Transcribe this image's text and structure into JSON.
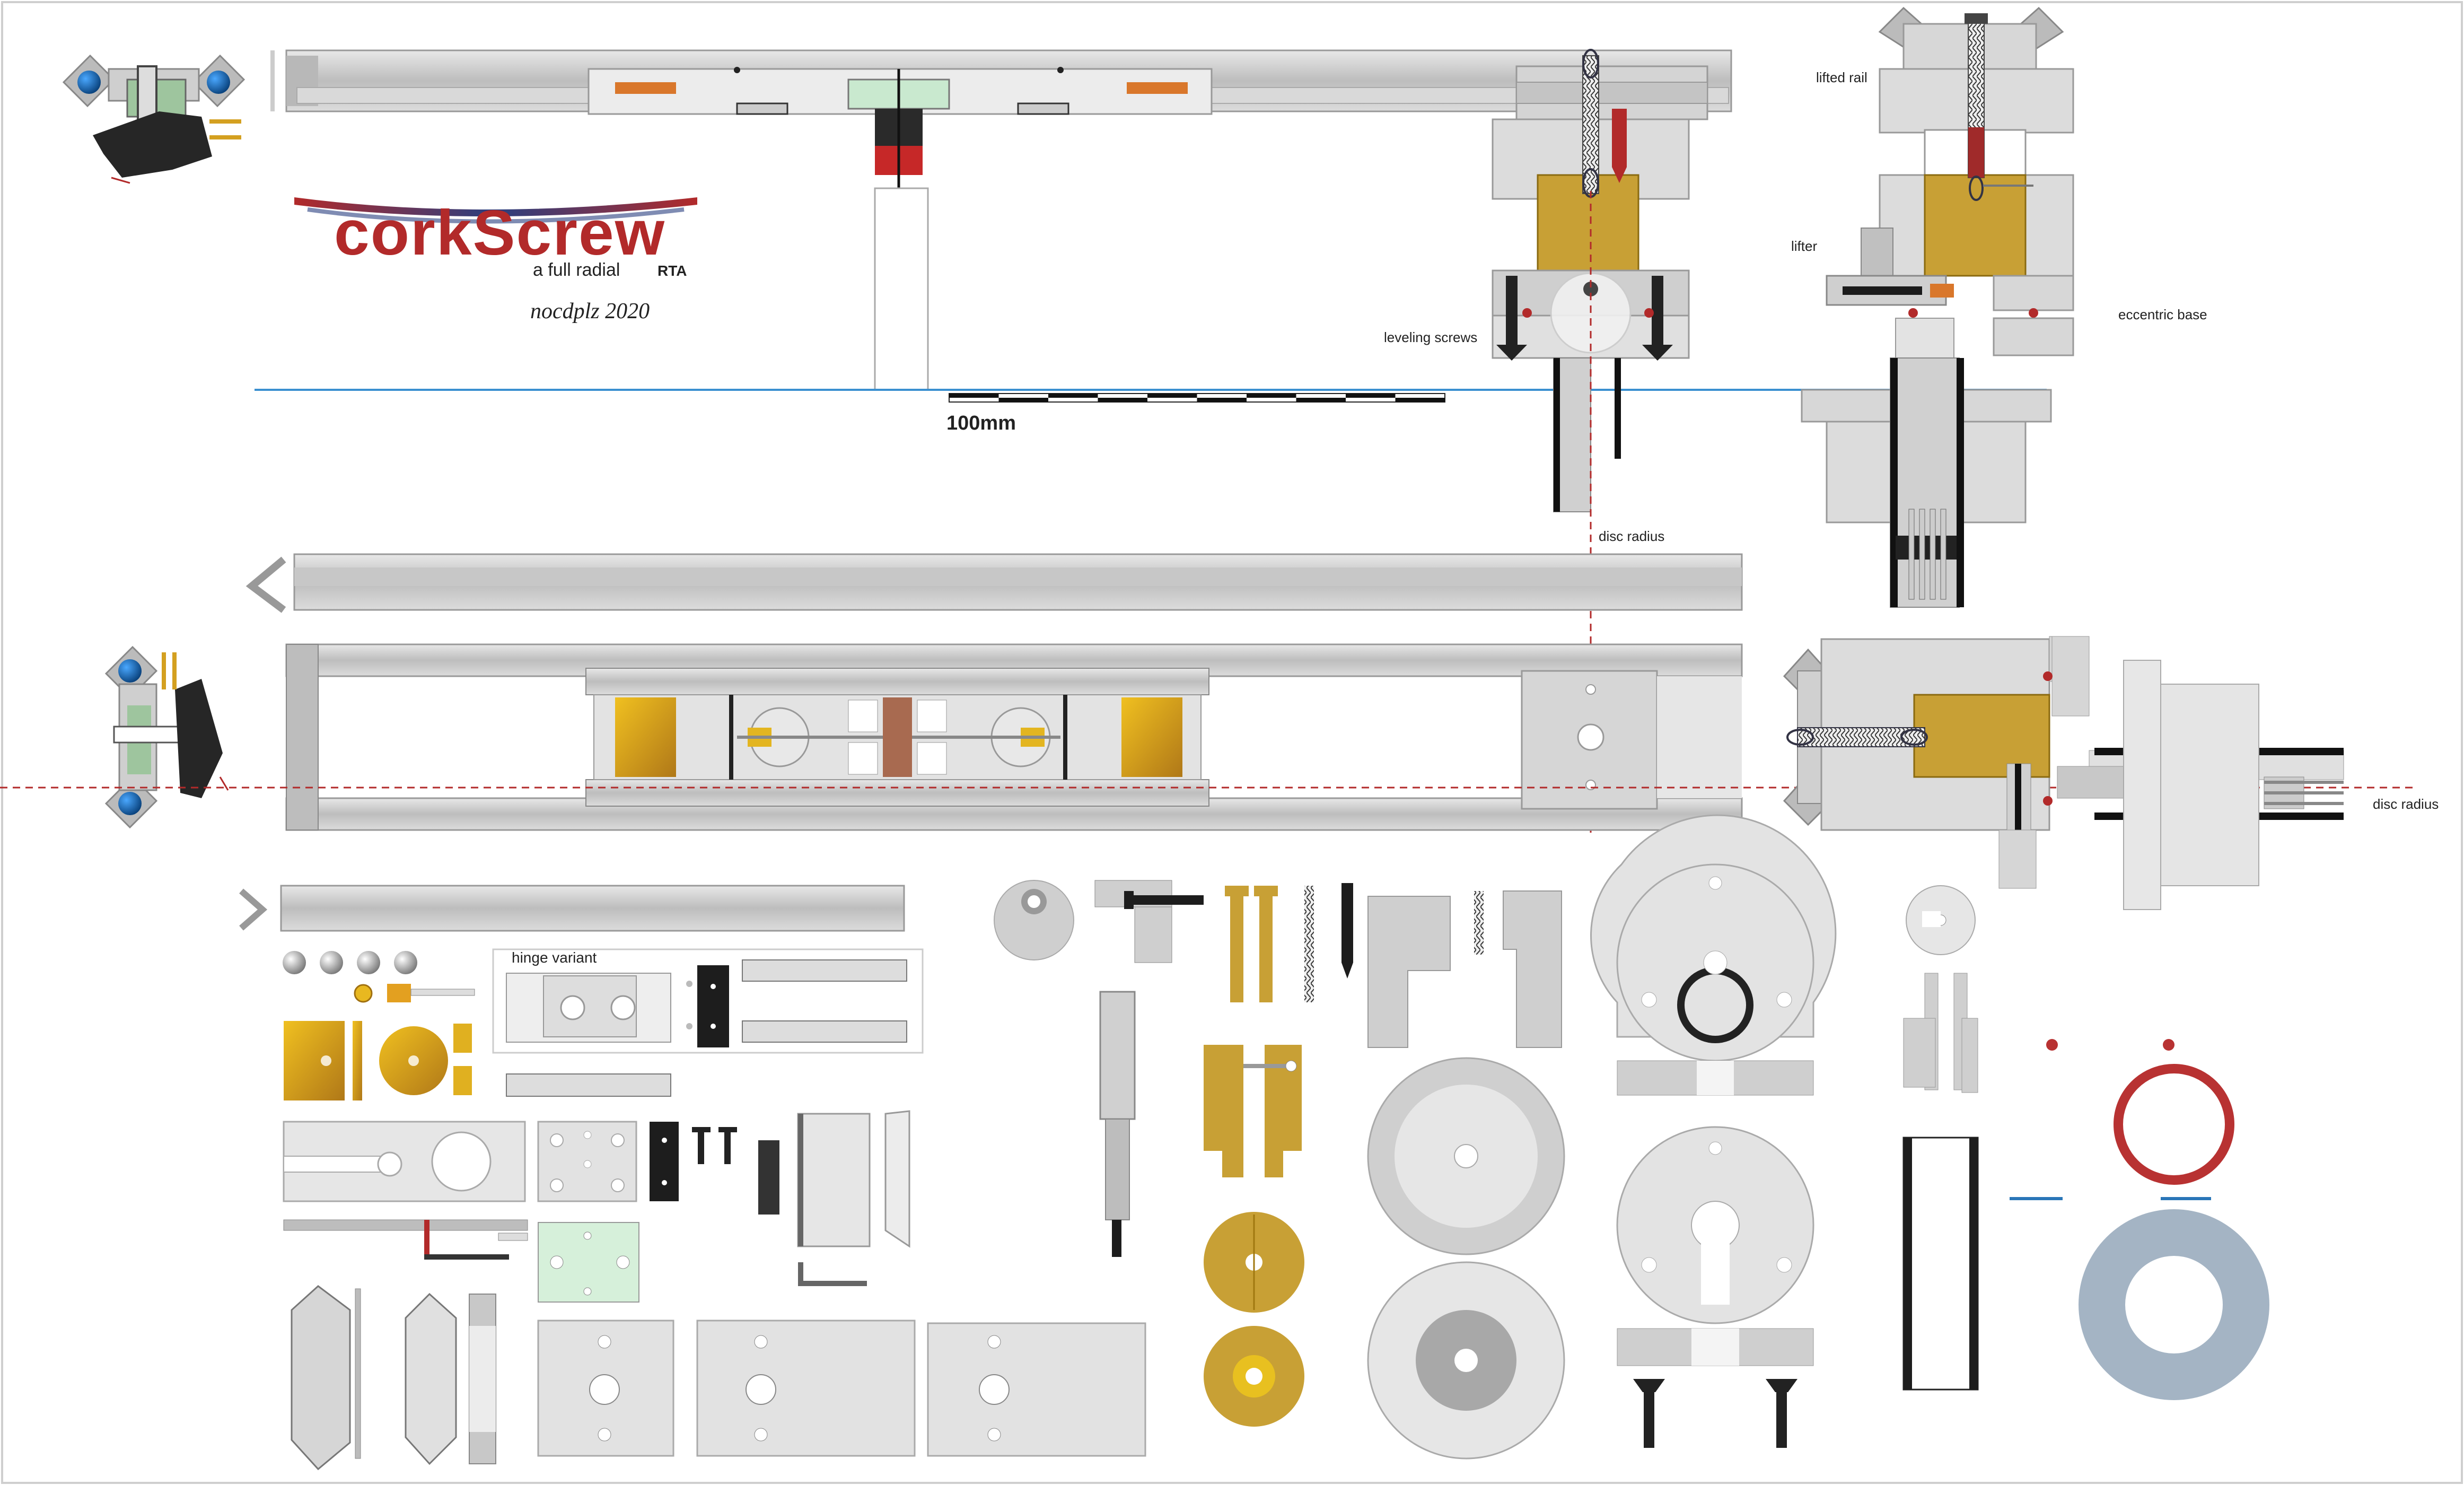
{
  "logo": {
    "name": "corkScrew",
    "subtitle_prefix": "a full radial",
    "subtitle_suffix": "RTA",
    "signature": "nocdplz 2020"
  },
  "scale": {
    "label": "100mm"
  },
  "labels": {
    "leveling_screws": "leveling screws",
    "disc_radius_top": "disc radius",
    "disc_radius_right": "disc radius",
    "lifted_rail": "lifted rail",
    "lifter": "lifter",
    "eccentric_base": "eccentric base",
    "hinge_variant": "hinge variant"
  },
  "colors": {
    "brass": "#c9a030",
    "rail": "#cfcfcf",
    "dark": "#222222",
    "red": "#b22a2a",
    "blue_line": "#3a8fd0",
    "ring_red": "#b83232",
    "disc_blue": "#a4b4c4"
  }
}
